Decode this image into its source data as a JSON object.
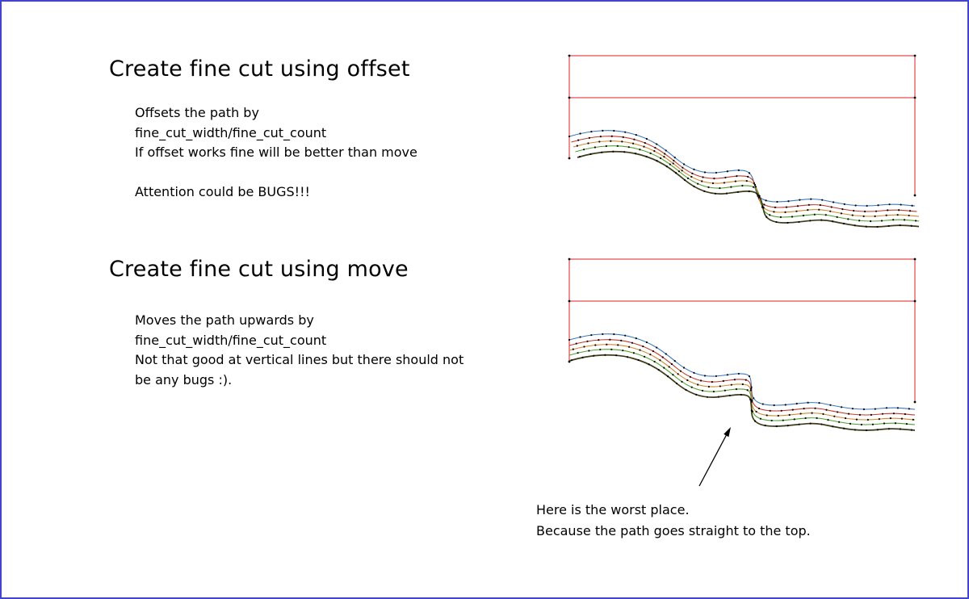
{
  "css_vars": {
    "--page-border": "#4343cc",
    "--frame": "#dd2222",
    "--curve-blue": "#3b78be",
    "--curve-red": "#c0392b",
    "--curve-orange": "#d2882f",
    "--curve-green": "#4fa02e",
    "--curve-dark": "#3c3c1a",
    "--dots": "#000000",
    "--arrow": "#000000",
    "--text": "#000000"
  },
  "sections": [
    {
      "title": "Create fine cut using offset",
      "lines": [
        "Offsets the path by",
        "fine_cut_width/fine_cut_count",
        "If offset works fine will be better than move"
      ],
      "note": "Attention could be BUGS!!!"
    },
    {
      "title": "Create fine cut using move",
      "lines": [
        "Moves the path upwards by",
        "fine_cut_width/fine_cut_count",
        "Not that good at vertical lines but there should not",
        "be any bugs :)."
      ]
    }
  ],
  "annotation": {
    "line1": "Here is the worst place.",
    "line2": "Because the path goes straight to the top."
  }
}
